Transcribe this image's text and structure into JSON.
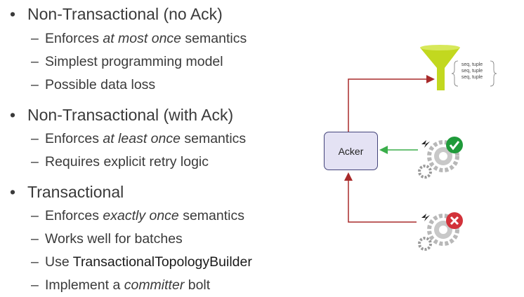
{
  "bullets": [
    {
      "title": "Non-Transactional (no Ack)",
      "items": [
        {
          "pre": "Enforces ",
          "em": "at most once",
          "post": " semantics"
        },
        {
          "pre": "Simplest programming model",
          "em": "",
          "post": ""
        },
        {
          "pre": "Possible data loss",
          "em": "",
          "post": ""
        }
      ]
    },
    {
      "title": "Non-Transactional (with Ack)",
      "items": [
        {
          "pre": "Enforces ",
          "em": "at least once",
          "post": " semantics"
        },
        {
          "pre": "Requires explicit retry logic",
          "em": "",
          "post": ""
        }
      ]
    },
    {
      "title": "Transactional",
      "items": [
        {
          "pre": "Enforces ",
          "em": "exactly once",
          "post": " semantics"
        },
        {
          "pre": "Works well for batches",
          "em": "",
          "post": ""
        },
        {
          "pre": "Use ",
          "em": "",
          "post": "",
          "strong": "TransactionalTopologyBuilder"
        },
        {
          "pre": "Implement a ",
          "em": "committer",
          "post": " bolt"
        }
      ]
    }
  ],
  "diagram": {
    "acker_label": "Acker",
    "seq_lines": [
      "seq, tuple",
      "seq, tuple",
      "seq, tuple"
    ],
    "colors": {
      "red_line": "#a82a2a",
      "green_line": "#3aae4a",
      "funnel": "#c2d81f",
      "check_badge": "#1f9a3a",
      "cross_badge": "#d2323a",
      "gear": "#b8b8b8",
      "acker_fill": "#e4e2f4",
      "acker_border": "#43437a"
    },
    "icons": [
      "funnel-icon",
      "lightning-icon",
      "gears-icon",
      "check-badge-icon",
      "cross-badge-icon"
    ]
  }
}
